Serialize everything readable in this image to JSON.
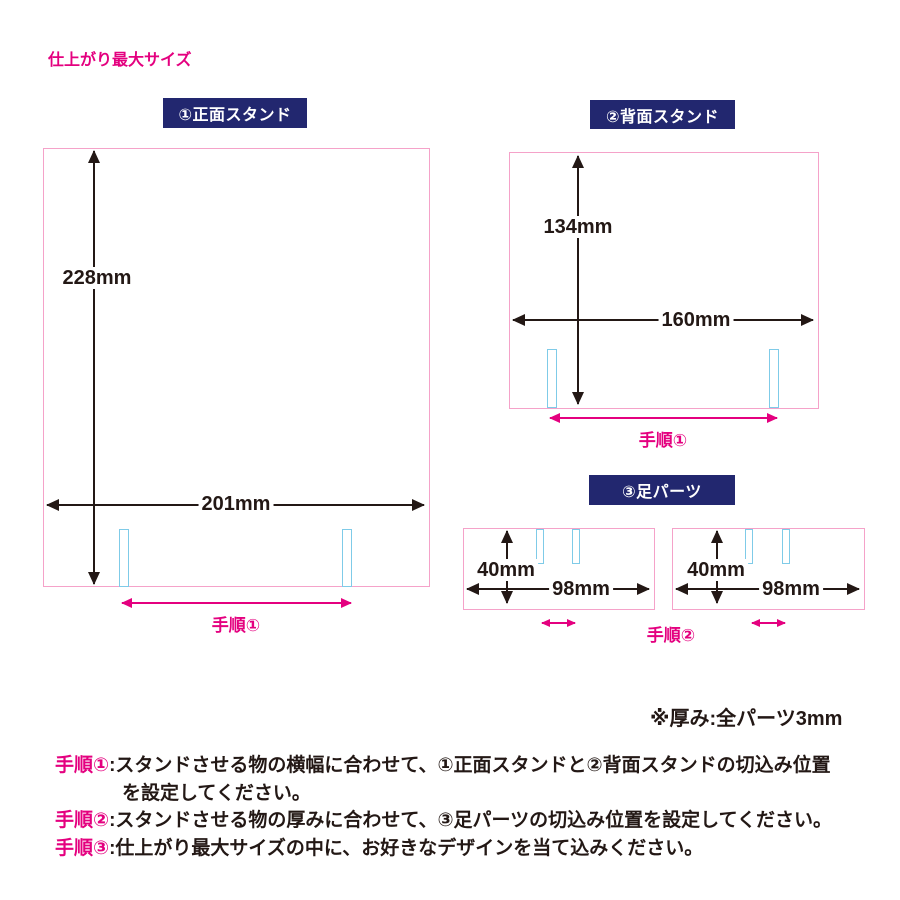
{
  "title": "仕上がり最大サイズ",
  "colors": {
    "accent_pink": "#e4007f",
    "header_navy": "#22276f",
    "panel_border_pink": "#f5a2c9",
    "slit_cyan": "#7fcbe8",
    "ink_black": "#231815"
  },
  "panels": {
    "front": {
      "header": "①正面スタンド",
      "height_label": "228mm",
      "width_label": "201mm",
      "step_label": "手順①"
    },
    "back": {
      "header": "②背面スタンド",
      "height_label": "134mm",
      "width_label": "160mm",
      "step_label": "手順①"
    },
    "foot": {
      "header": "③足パーツ",
      "height_label": "40mm",
      "width_label": "98mm",
      "step_label": "手順②"
    }
  },
  "note": "※厚み:全パーツ3mm",
  "instructions": {
    "lines": [
      {
        "label": "手順①",
        "text": ":スタンドさせる物の横幅に合わせて、①正面スタンドと②背面スタンドの切込み位置"
      },
      {
        "label": "",
        "text": "を設定してください。"
      },
      {
        "label": "手順②",
        "text": ":スタンドさせる物の厚みに合わせて、③足パーツの切込み位置を設定してください。"
      },
      {
        "label": "手順③",
        "text": ":仕上がり最大サイズの中に、お好きなデザインを当て込みください。"
      }
    ]
  }
}
